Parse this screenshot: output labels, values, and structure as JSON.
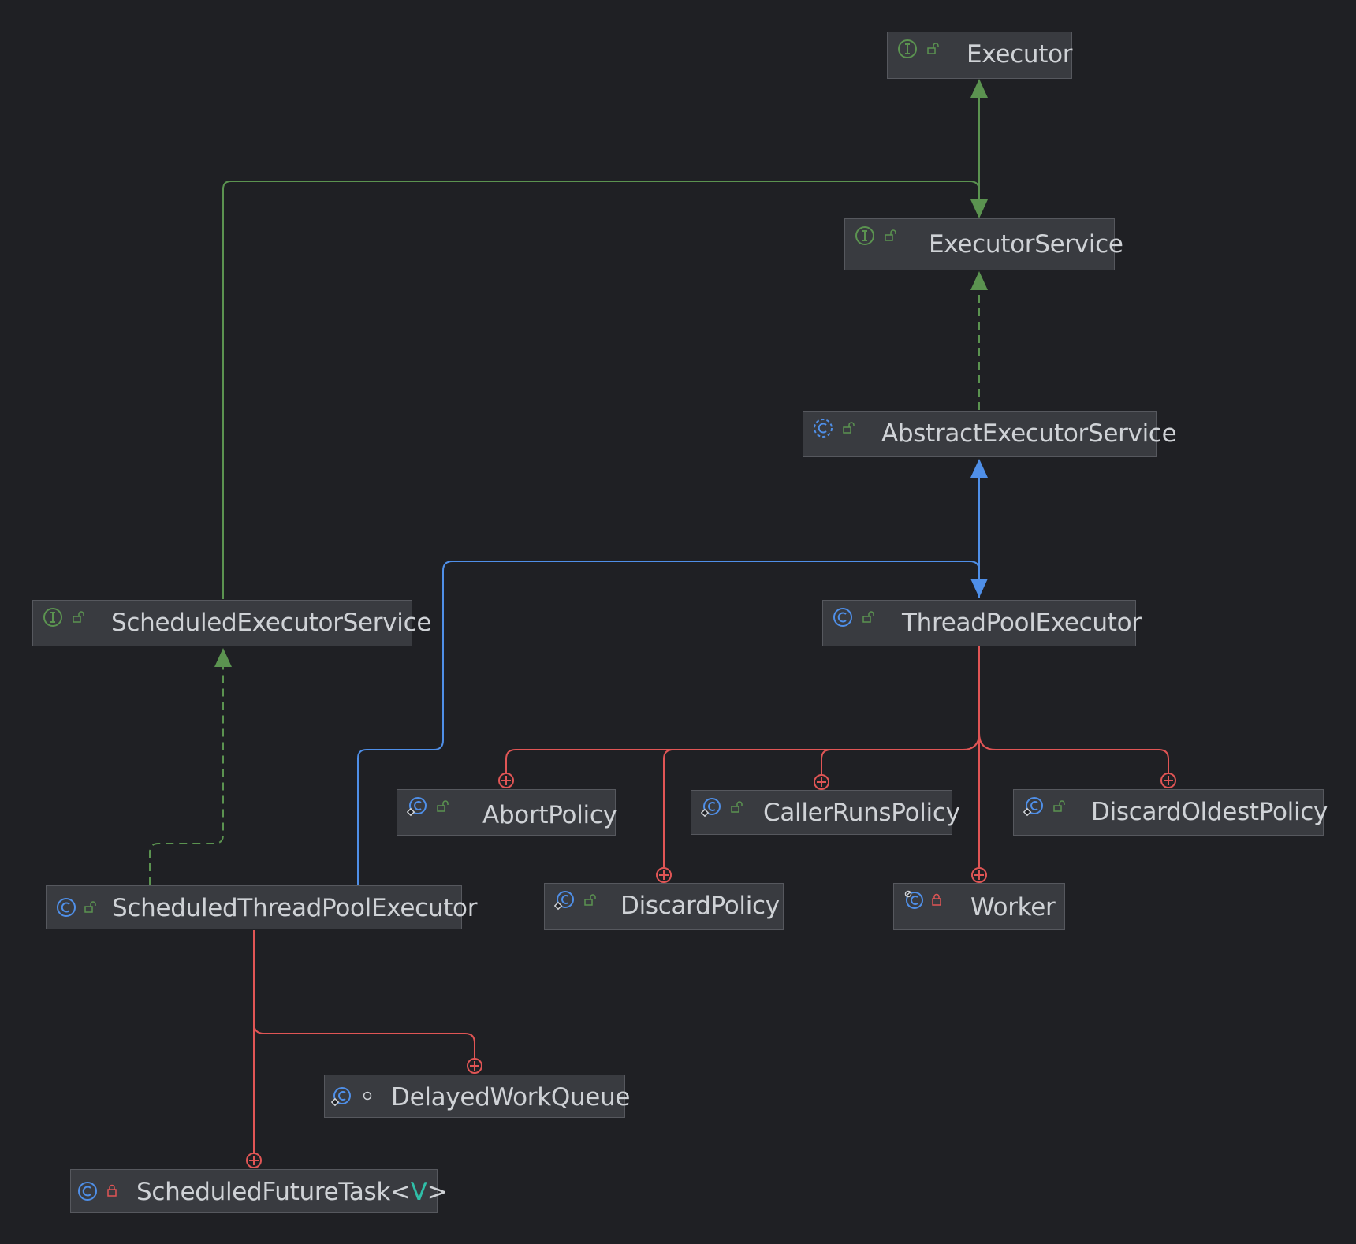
{
  "colors": {
    "background": "#1f2024",
    "node_fill": "#393b40",
    "node_border": "#56585e",
    "text": "#cfd2d6",
    "interface_green": "#5b9350",
    "class_blue": "#4f8fe8",
    "inner_red": "#e05555",
    "type_param": "#2fbfa8"
  },
  "nodes": {
    "executor": {
      "label": "Executor",
      "kind": "interface",
      "vis": "public"
    },
    "executor_service": {
      "label": "ExecutorService",
      "kind": "interface",
      "vis": "public"
    },
    "abstract_executor_service": {
      "label": "AbstractExecutorService",
      "kind": "abstract-class",
      "vis": "public"
    },
    "scheduled_executor_service": {
      "label": "ScheduledExecutorService",
      "kind": "interface",
      "vis": "public"
    },
    "thread_pool_executor": {
      "label": "ThreadPoolExecutor",
      "kind": "class",
      "vis": "public"
    },
    "abort_policy": {
      "label": "AbortPolicy",
      "kind": "static-class",
      "vis": "public"
    },
    "caller_runs_policy": {
      "label": "CallerRunsPolicy",
      "kind": "static-class",
      "vis": "public"
    },
    "discard_oldest_policy": {
      "label": "DiscardOldestPolicy",
      "kind": "static-class",
      "vis": "public"
    },
    "scheduled_thread_pool_executor": {
      "label": "ScheduledThreadPoolExecutor",
      "kind": "class",
      "vis": "public"
    },
    "discard_policy": {
      "label": "DiscardPolicy",
      "kind": "static-class",
      "vis": "public"
    },
    "worker": {
      "label": "Worker",
      "kind": "final-class",
      "vis": "private"
    },
    "delayed_work_queue": {
      "label": "DelayedWorkQueue",
      "kind": "static-class",
      "vis": "package"
    },
    "scheduled_future_task": {
      "label": "ScheduledFutureTask<",
      "type_param": "V",
      "label_end": ">",
      "kind": "class",
      "vis": "private"
    }
  },
  "edges": [
    {
      "from": "executor_service",
      "to": "executor",
      "type": "extends-interface"
    },
    {
      "from": "scheduled_executor_service",
      "to": "executor_service",
      "type": "extends-interface"
    },
    {
      "from": "abstract_executor_service",
      "to": "executor_service",
      "type": "implements"
    },
    {
      "from": "thread_pool_executor",
      "to": "abstract_executor_service",
      "type": "extends-class"
    },
    {
      "from": "scheduled_thread_pool_executor",
      "to": "thread_pool_executor",
      "type": "extends-class"
    },
    {
      "from": "scheduled_thread_pool_executor",
      "to": "scheduled_executor_service",
      "type": "implements"
    },
    {
      "from": "thread_pool_executor",
      "to": "abort_policy",
      "type": "inner"
    },
    {
      "from": "thread_pool_executor",
      "to": "discard_policy",
      "type": "inner"
    },
    {
      "from": "thread_pool_executor",
      "to": "caller_runs_policy",
      "type": "inner"
    },
    {
      "from": "thread_pool_executor",
      "to": "worker",
      "type": "inner"
    },
    {
      "from": "thread_pool_executor",
      "to": "discard_oldest_policy",
      "type": "inner"
    },
    {
      "from": "scheduled_thread_pool_executor",
      "to": "delayed_work_queue",
      "type": "inner"
    },
    {
      "from": "scheduled_thread_pool_executor",
      "to": "scheduled_future_task",
      "type": "inner"
    }
  ]
}
